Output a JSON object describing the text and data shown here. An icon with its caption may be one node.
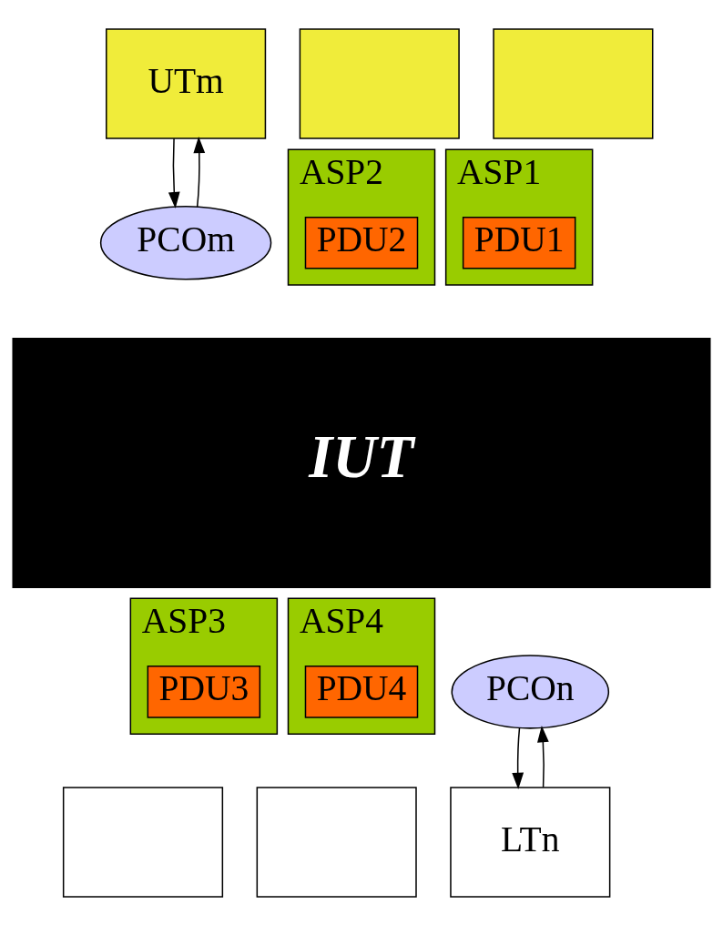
{
  "diagram": {
    "nodes": [
      {
        "text": [
          "UTm"
        ]
      },
      {
        "text": [],
        "shape": "box"
      },
      {
        "text": [],
        "shape": "box"
      },
      {
        "text": [
          "ASP1"
        ]
      },
      {
        "text": [
          "PDU1"
        ],
        "in": 3
      },
      {
        "text": [
          "ASP2"
        ]
      },
      {
        "text": [
          "PDU2"
        ],
        "in": 5
      },
      {
        "text": [
          "IUT"
        ]
      },
      {
        "text": [
          "PCOm"
        ]
      },
      {
        "text": [
          "PCOn"
        ]
      },
      {
        "text": [
          "ASP3"
        ]
      },
      {
        "text": [
          "PDU3"
        ],
        "in": 10
      },
      {
        "text": [
          "ASP4"
        ]
      },
      {
        "text": [
          "PDU4"
        ],
        "in": 12
      },
      {
        "text": [],
        "shape": "box"
      },
      {
        "text": [],
        "shape": "box"
      },
      {
        "text": [
          "LTn"
        ]
      }
    ],
    "edges": [
      {
        "from": 0,
        "to": 8,
        "arrow": "to"
      },
      {
        "from": 8,
        "to": 0,
        "arrow": "to"
      },
      {
        "from": 9,
        "to": 16,
        "arrow": "to"
      },
      {
        "from": 16,
        "to": 9,
        "arrow": "to"
      }
    ]
  }
}
